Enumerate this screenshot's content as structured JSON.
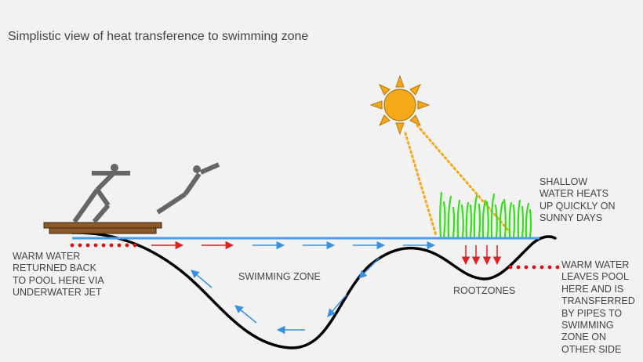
{
  "title": "Simplistic view of heat transference to swimming zone",
  "labels": {
    "shallow": "SHALLOW\nWATER HEATS\nUP QUICKLY ON\nSUNNY DAYS",
    "returned": "WARM WATER\nRETURNED BACK\nTO POOL HERE VIA\nUNDERWATER JET",
    "swimming_zone": "SWIMMING ZONE",
    "rootzones": "ROOTZONES",
    "leaves": "WARM WATER\nLEAVES POOL\nHERE AND IS\nTRANSFERRED\nBY PIPES TO\nSWIMMING\nZONE ON\nOTHER SIDE"
  },
  "colors": {
    "background": "#f2f2f2",
    "water_surface": "#4a9be8",
    "ground_line": "#000000",
    "warm_arrows": "#e02020",
    "cool_arrows": "#3a8fe0",
    "pipe_dots": "#e01010",
    "sun": "#f5a91a",
    "sun_rays": "#f5a91a",
    "grass": "#33e01a",
    "figures": "#666666",
    "deck": "#8b5a2b"
  },
  "icons": [
    "sun-icon",
    "diver-figure-icon",
    "jumping-figure-icon",
    "reed-grass-icon",
    "wooden-deck-icon"
  ]
}
